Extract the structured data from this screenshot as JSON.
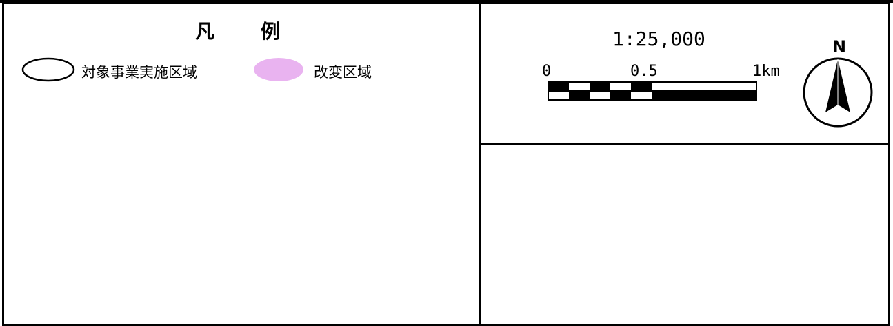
{
  "legend": {
    "title_left": "凡",
    "title_right": "例",
    "items": [
      {
        "label": "対象事業実施区域",
        "fill": "#ffffff",
        "stroke": "#000000"
      },
      {
        "label": "改変区域",
        "fill": "#e9b3f0",
        "stroke": "none"
      }
    ]
  },
  "scale": {
    "ratio": "1:25,000",
    "tick_labels": [
      "0",
      "0.5",
      "1km"
    ]
  },
  "north_arrow": {
    "letter": "N",
    "icon": "north-arrow-icon"
  },
  "colors": {
    "line": "#000000",
    "alteration_area": "#e9b3f0"
  }
}
